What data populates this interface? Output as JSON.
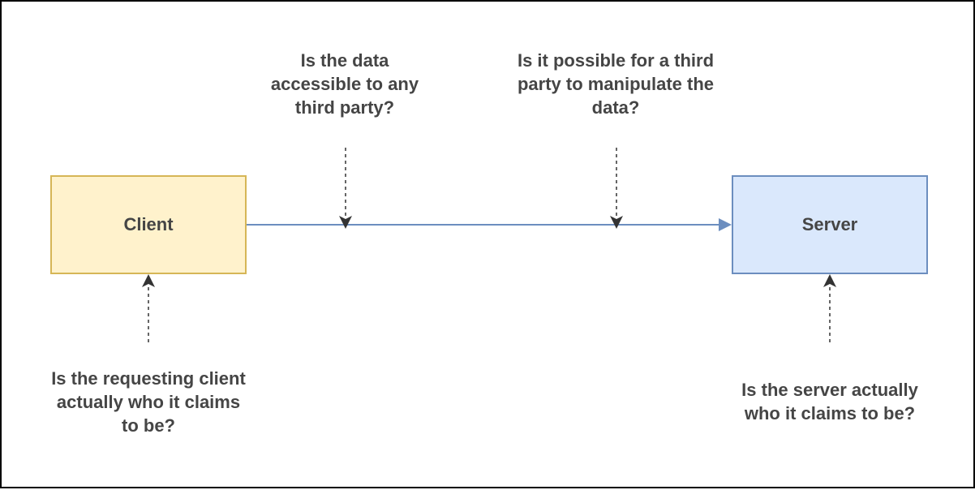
{
  "nodes": {
    "client": "Client",
    "server": "Server"
  },
  "questions": {
    "data_accessible": "Is the data accessible to any third party?",
    "data_manipulation": "Is it possible for a third party to manipulate the data?",
    "client_identity": "Is the requesting client actually who it claims to be?",
    "server_identity": "Is the server actually who it claims to be?"
  },
  "colors": {
    "client_fill": "#fff2cc",
    "client_border": "#d6b656",
    "server_fill": "#dae8fc",
    "server_border": "#6c8ebf",
    "connector": "#6c8ebf",
    "dashed_arrow": "#333333",
    "text": "#454545"
  }
}
